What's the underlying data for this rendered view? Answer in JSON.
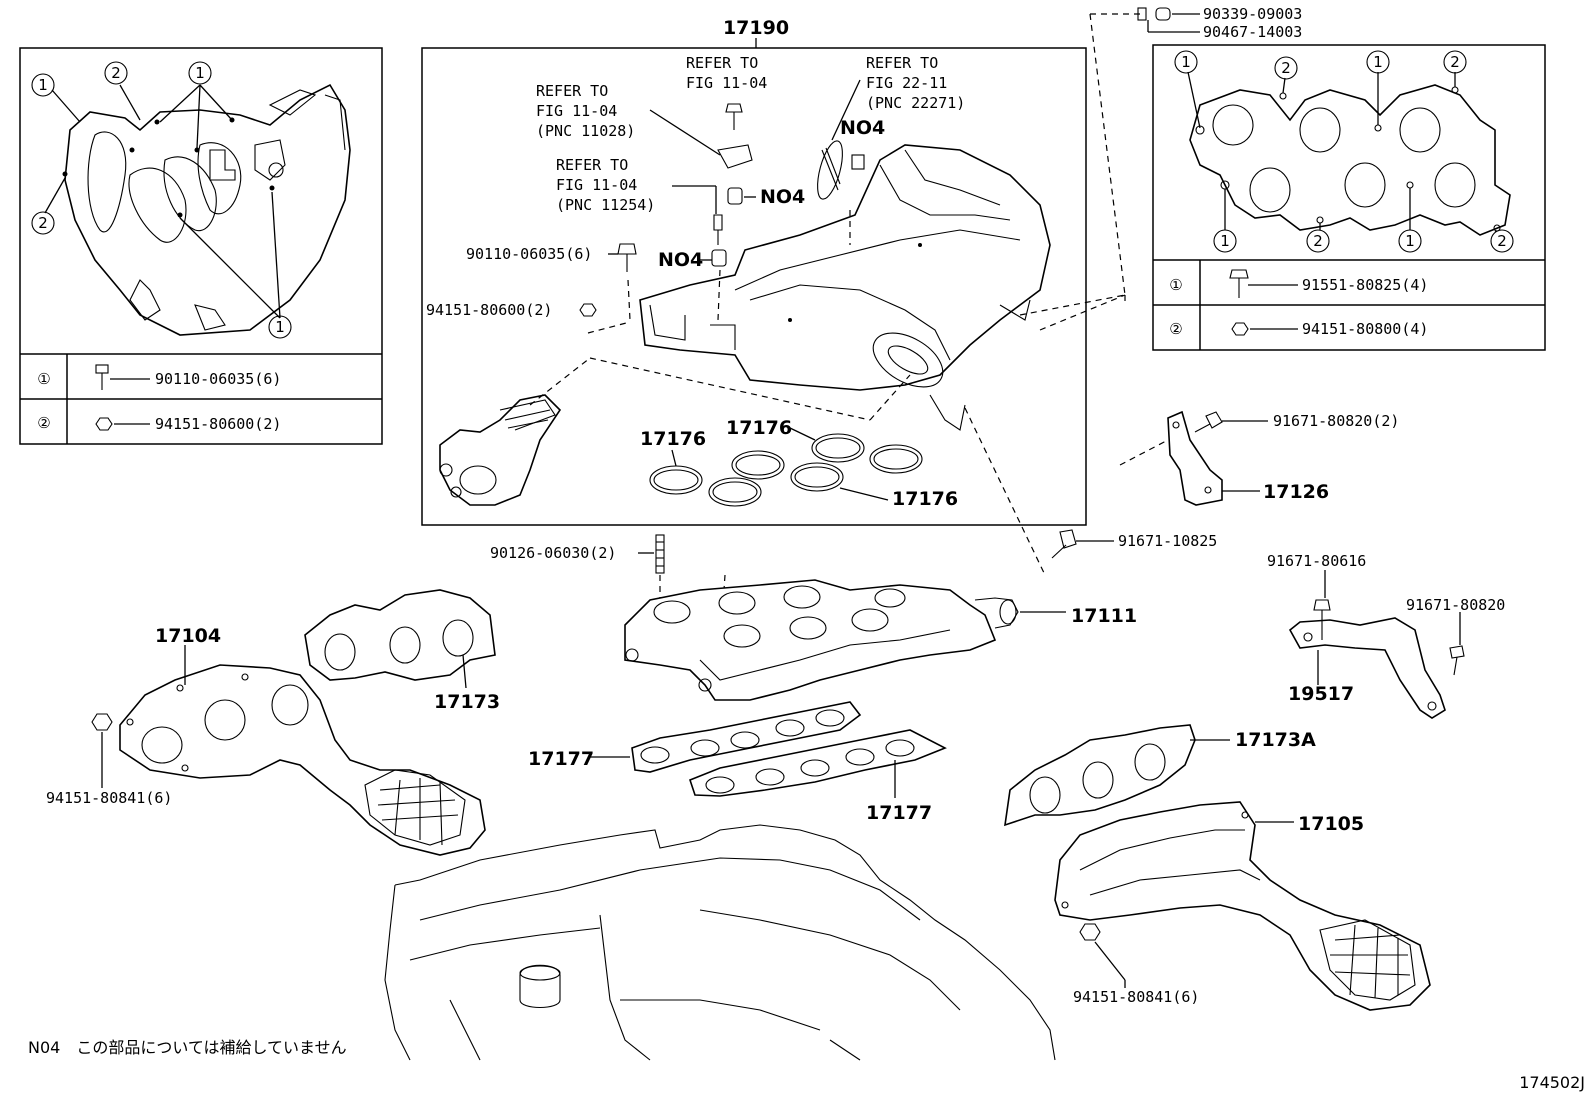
{
  "figure_id": "174502J",
  "footnote": "N04　この部品については補給していません",
  "main_assembly": "17190",
  "refer_notes": [
    {
      "line1": "REFER TO",
      "line2": "FIG 11-04",
      "line3": "(PNC 11028)"
    },
    {
      "line1": "REFER TO",
      "line2": "FIG 11-04",
      "line3": ""
    },
    {
      "line1": "REFER TO",
      "line2": "FIG 22-11",
      "line3": "(PNC 22271)"
    },
    {
      "line1": "REFER TO",
      "line2": "FIG 11-04",
      "line3": "(PNC 11254)"
    }
  ],
  "no_supply_tag": "NO4",
  "inset_left": {
    "legend": [
      {
        "mark": "①",
        "part": "90110-06035(6)"
      },
      {
        "mark": "②",
        "part": "94151-80600(2)"
      }
    ]
  },
  "inset_right": {
    "legend": [
      {
        "mark": "①",
        "part": "91551-80825(4)"
      },
      {
        "mark": "②",
        "part": "94151-80800(4)"
      }
    ]
  },
  "callout_marks": {
    "one": "1",
    "two": "2"
  },
  "labels": {
    "p90339": "90339-09003",
    "p90467": "90467-14003",
    "p90110": "90110-06035(6)",
    "p94151_600": "94151-80600(2)",
    "p17176a": "17176",
    "p17176b": "17176",
    "p17176c": "17176",
    "p91671_820a": "91671-80820(2)",
    "p17126": "17126",
    "p91671_10825": "91671-10825",
    "p90126": "90126-06030(2)",
    "p91671_616": "91671-80616",
    "p91671_820b": "91671-80820",
    "p17104": "17104",
    "p17173": "17173",
    "p17111": "17111",
    "p19517": "19517",
    "p17177a": "17177",
    "p17177b": "17177",
    "p17173A": "17173A",
    "p94151_841a": "94151-80841(6)",
    "p17105": "17105",
    "p94151_841b": "94151-80841(6)"
  }
}
